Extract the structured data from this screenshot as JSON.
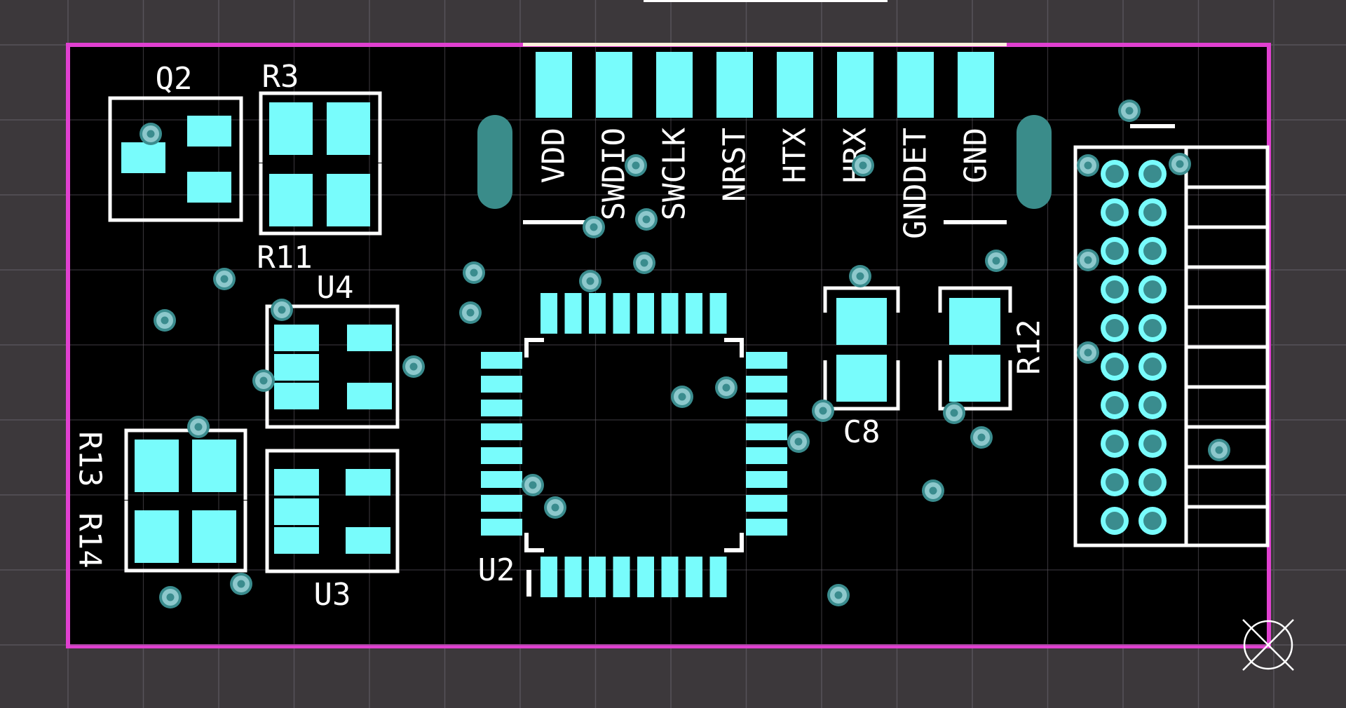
{
  "colors": {
    "background": "#3c383b",
    "grid": "#57535a",
    "board": "#000000",
    "board_outline": "#e040d0",
    "copper_pad": "#78fcfc",
    "silkscreen": "#ffffff",
    "via_ring": "#8dc8cc",
    "via_hole": "#3a8c8e",
    "slot": "#3a8c8a",
    "top_highlight": "#ffffff",
    "connector_highlight": "#fff0dc"
  },
  "components": {
    "q2": "Q2",
    "r3": "R3",
    "r11": "R11",
    "u4": "U4",
    "r13": "R13",
    "r14": "R14",
    "u3": "U3",
    "u2": "U2",
    "c8": "C8",
    "r12": "R12"
  },
  "connector_pins": [
    "VDD",
    "SWDIO",
    "SWCLK",
    "NRST",
    "HTX",
    "HRX",
    "GNDDET",
    "GND"
  ],
  "origin_marker": "crosshair-icon"
}
